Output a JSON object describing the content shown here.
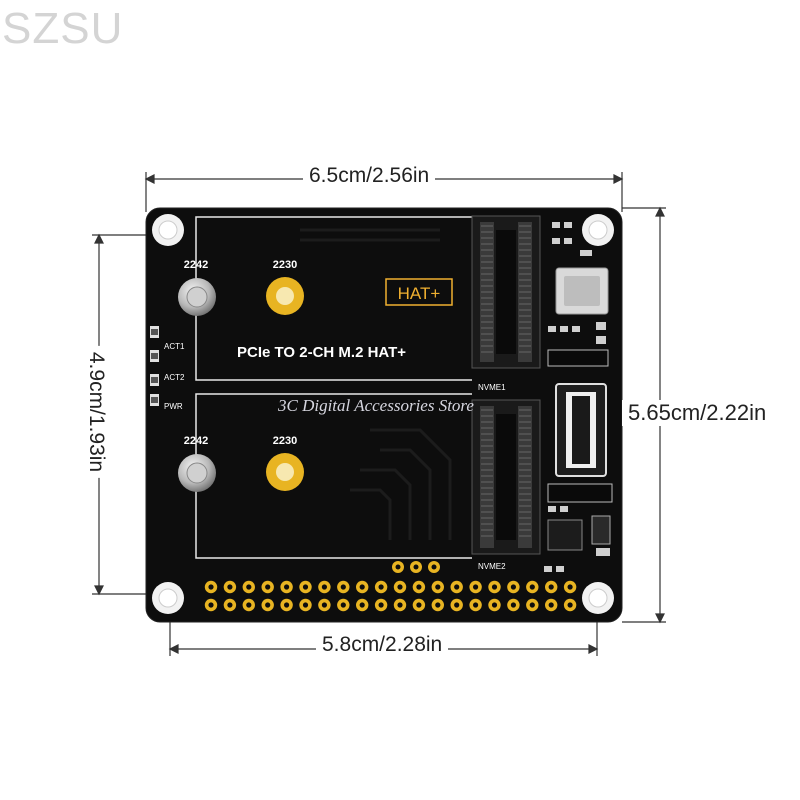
{
  "watermark": "SZSU",
  "store_watermark": "3C Digital Accessories Store",
  "dimensions": {
    "top_width": "6.5cm/2.56in",
    "bottom_width": "5.8cm/2.28in",
    "right_height": "5.65cm/2.22in",
    "left_height": "4.9cm/1.93in"
  },
  "board": {
    "title": "PCIe TO 2-CH M.2 HAT+",
    "badge": "HAT+",
    "slot1": {
      "label_a": "2242",
      "label_b": "2230",
      "connector": "NVME1"
    },
    "slot2": {
      "label_a": "2242",
      "label_b": "2230",
      "connector": "NVME2"
    },
    "leds": [
      "ACT1",
      "ACT2",
      "PWR"
    ]
  },
  "colors": {
    "pcb": "#0d0d0d",
    "silkscreen": "#ffffff",
    "gold": "#e8b422",
    "badge": "#f0b030"
  }
}
